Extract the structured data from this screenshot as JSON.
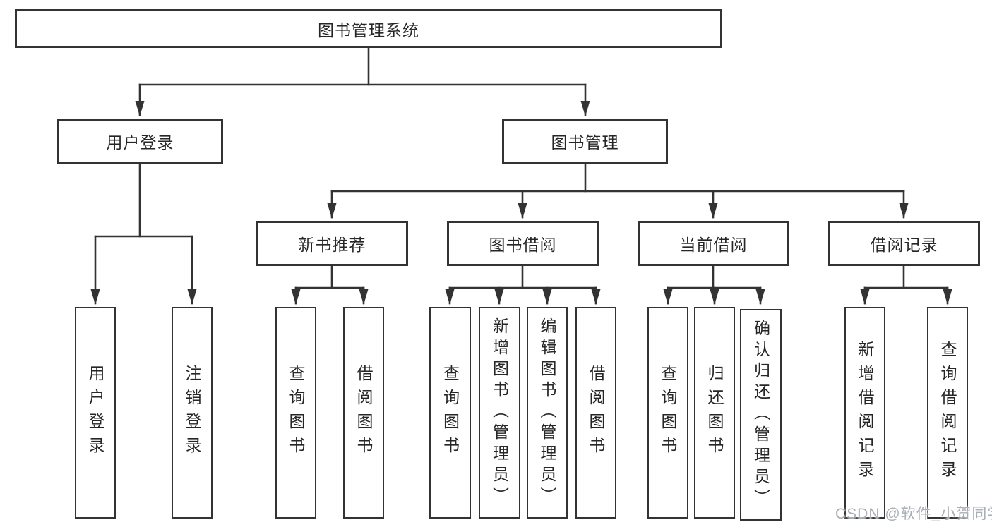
{
  "tree": {
    "label": "图书管理系统",
    "children": [
      {
        "label": "用户登录",
        "children": [
          {
            "label": "用户登录"
          },
          {
            "label": "注销登录"
          }
        ]
      },
      {
        "label": "图书管理",
        "children": [
          {
            "label": "新书推荐",
            "children": [
              {
                "label": "查询图书"
              },
              {
                "label": "借阅图书"
              }
            ]
          },
          {
            "label": "图书借阅",
            "children": [
              {
                "label": "查询图书"
              },
              {
                "label": "新增图书（管理员）"
              },
              {
                "label": "编辑图书（管理员）"
              },
              {
                "label": "借阅图书"
              }
            ]
          },
          {
            "label": "当前借阅",
            "children": [
              {
                "label": "查询图书"
              },
              {
                "label": "归还图书"
              },
              {
                "label": "确认归还（管理员）"
              }
            ]
          },
          {
            "label": "借阅记录",
            "children": [
              {
                "label": "新增借阅记录"
              },
              {
                "label": "查询借阅记录"
              }
            ]
          }
        ]
      }
    ]
  },
  "watermark": {
    "text": "CSDN @软件_小贺同学"
  },
  "colors": {
    "line": "#333333",
    "box_border": "#333333",
    "text": "#262626",
    "watermark": "#a9aeb4",
    "background": "#ffffff"
  }
}
